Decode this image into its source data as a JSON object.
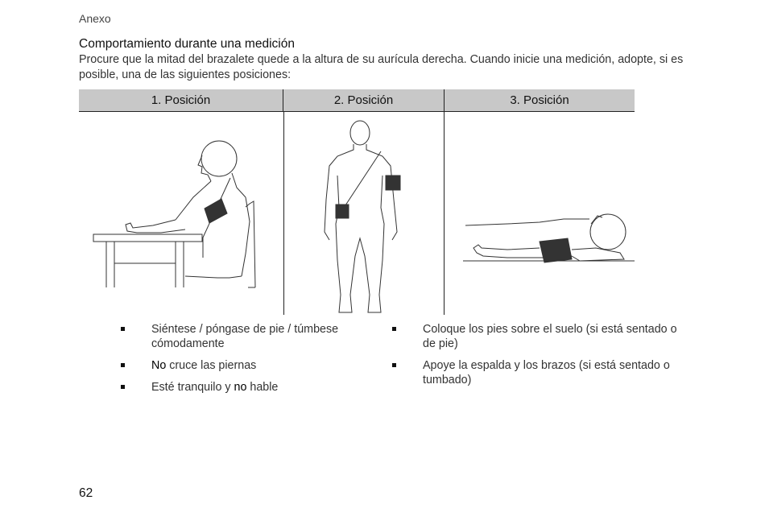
{
  "header": {
    "section": "Anexo"
  },
  "content": {
    "heading": "Comportamiento durante una medición",
    "intro": "Procure que la mitad del brazalete quede a la altura de su aurícula derecha. Cuando inicie una medición, adopte, si es posible, una de las siguientes posiciones:"
  },
  "table": {
    "headers": [
      "1. Posición",
      "2. Posición",
      "3. Posición"
    ]
  },
  "bullets_left": [
    {
      "text": "Siéntese / póngase de pie / túmbese cómodamente"
    },
    {
      "strong": "No",
      "rest": " cruce las piernas"
    },
    {
      "pre": "Esté tranquilo y ",
      "strong": "no",
      "rest": " hable"
    }
  ],
  "bullets_right": [
    {
      "text": "Coloque los pies sobre el suelo (si está sentado o de pie)"
    },
    {
      "text": "Apoye la espalda y los brazos (si está sentado o tumbado)"
    }
  ],
  "footer": {
    "page_number": "62"
  }
}
